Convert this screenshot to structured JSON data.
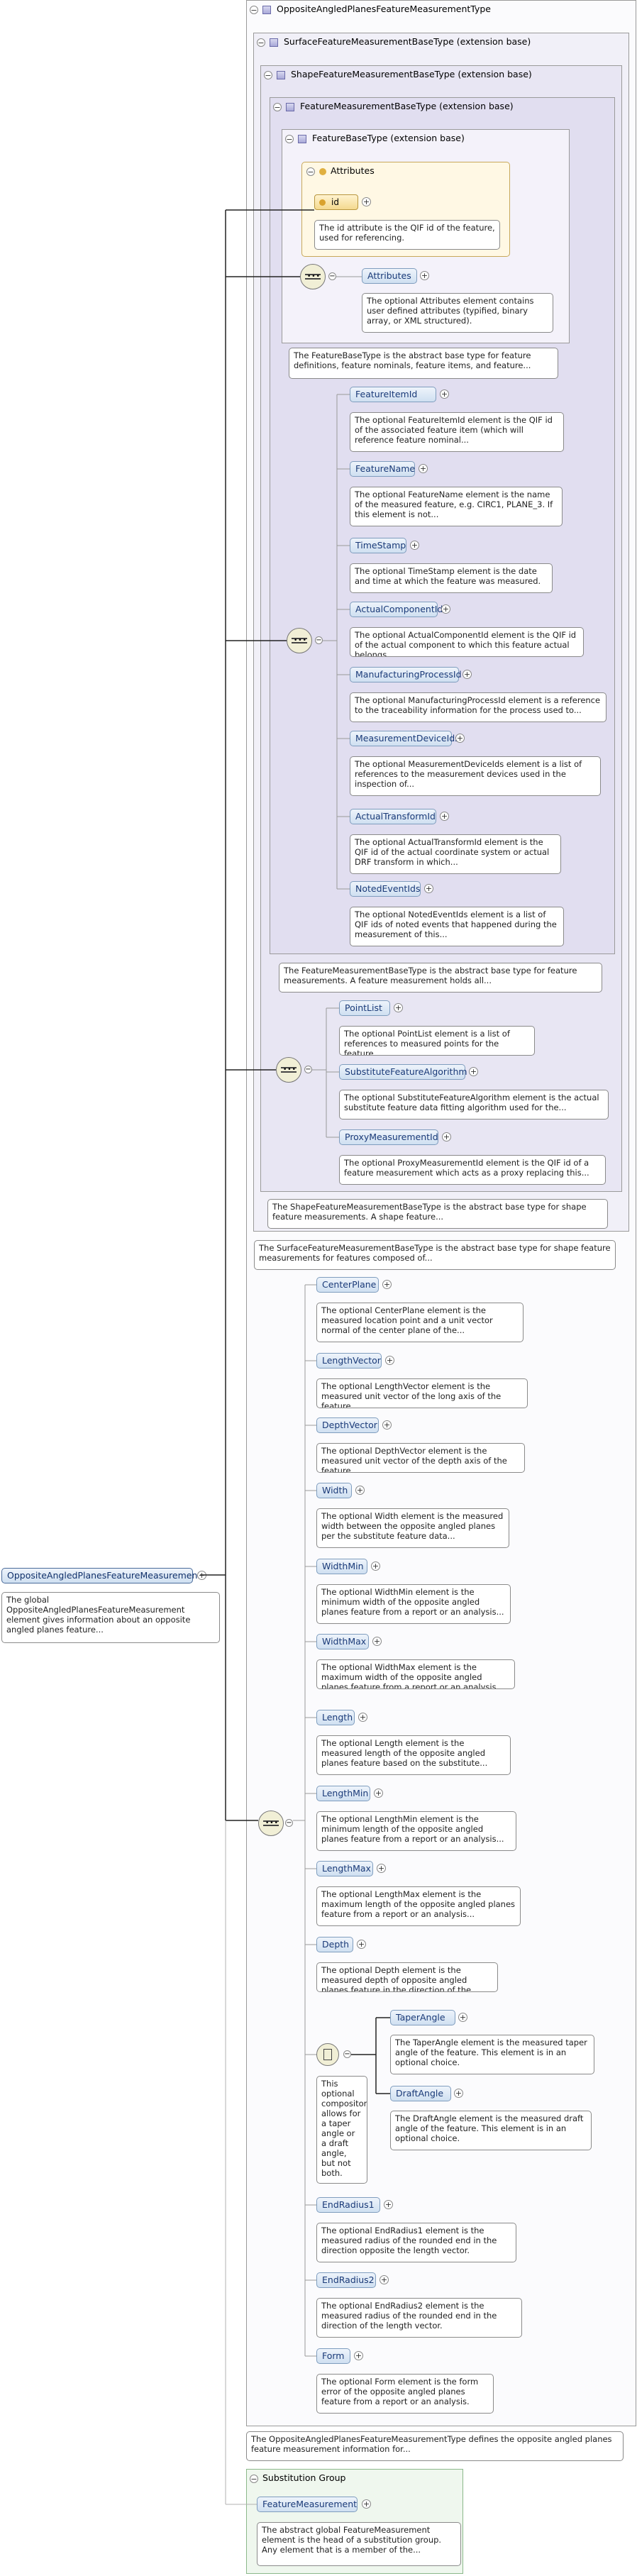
{
  "root": {
    "title": "OppositeAngledPlanesFeatureMeasurementType",
    "surface_title": "SurfaceFeatureMeasurementBaseType (extension base)",
    "shape_title": "ShapeFeatureMeasurementBaseType (extension base)",
    "feature_meas_title": "FeatureMeasurementBaseType (extension base)",
    "feature_base_title": "FeatureBaseType (extension base)",
    "attributes_title": "Attributes",
    "id_label": "id",
    "id_doc": "The id attribute is the QIF id of the feature, used for referencing.",
    "attributes_elem": "Attributes",
    "attributes_doc": "The optional Attributes element contains user defined attributes (typified, binary array, or XML structured).",
    "feature_base_doc": "The FeatureBaseType is the abstract base type for feature definitions, feature nominals, feature items, and feature...",
    "feature_meas_doc": "The FeatureMeasurementBaseType is the abstract base type for feature measurements. A feature measurement holds all...",
    "shape_doc": "The ShapeFeatureMeasurementBaseType is the abstract base type for shape feature measurements. A shape feature...",
    "surface_doc": "The SurfaceFeatureMeasurementBaseType is the abstract base type for shape feature measurements for features composed of...",
    "root_doc": "The OppositeAngledPlanesFeatureMeasurementType defines the opposite angled planes feature measurement information for..."
  },
  "feature_meas_elements": [
    {
      "name": "FeatureItemId",
      "doc": "The optional FeatureItemId element is the QIF id of the associated feature item (which will reference feature nominal..."
    },
    {
      "name": "FeatureName",
      "doc": "The optional FeatureName element is the name of the measured feature, e.g. CIRC1, PLANE_3. If this element is not..."
    },
    {
      "name": "TimeStamp",
      "doc": "The optional TimeStamp element is the date and time at which the feature was measured."
    },
    {
      "name": "ActualComponentId",
      "doc": "The optional ActualComponentId element is the QIF id of the actual component to which this feature actual belongs."
    },
    {
      "name": "ManufacturingProcessId",
      "doc": "The optional ManufacturingProcessId element is a reference to the traceability information for the process used to..."
    },
    {
      "name": "MeasurementDeviceIds",
      "doc": "The optional MeasurementDeviceIds element is a list of references to the measurement devices used in the inspection of..."
    },
    {
      "name": "ActualTransformId",
      "doc": "The optional ActualTransformId element is the QIF id of the actual coordinate system or actual DRF transform in which..."
    },
    {
      "name": "NotedEventIds",
      "doc": "The optional NotedEventIds element is a list of QIF ids of noted events that happened during the measurement of this..."
    }
  ],
  "shape_elements": [
    {
      "name": "PointList",
      "doc": "The optional PointList element is a list of references to measured points for the feature."
    },
    {
      "name": "SubstituteFeatureAlgorithm",
      "doc": "The optional SubstituteFeatureAlgorithm element is the actual substitute feature data fitting algorithm used for the..."
    },
    {
      "name": "ProxyMeasurementId",
      "doc": "The optional ProxyMeasurementId element is the QIF id of a feature measurement which acts as a proxy replacing this..."
    }
  ],
  "main_elements": [
    {
      "name": "CenterPlane",
      "doc": "The optional CenterPlane element is the measured location point and a unit vector normal of the center plane of the..."
    },
    {
      "name": "LengthVector",
      "doc": "The optional LengthVector element is the measured unit vector of the long axis of the feature."
    },
    {
      "name": "DepthVector",
      "doc": "The optional DepthVector element is the measured unit vector of the depth axis of the feature."
    },
    {
      "name": "Width",
      "doc": "The optional Width element is the measured width between the opposite angled planes per the substitute feature data..."
    },
    {
      "name": "WidthMin",
      "doc": "The optional WidthMin element is the minimum width of the opposite angled planes feature from a report or an analysis..."
    },
    {
      "name": "WidthMax",
      "doc": "The optional WidthMax element is the maximum width of the opposite angled planes feature from a report or an analysis..."
    },
    {
      "name": "Length",
      "doc": "The optional Length element is the measured length of the opposite angled planes feature based on the substitute..."
    },
    {
      "name": "LengthMin",
      "doc": "The optional LengthMin element is the minimum length of the opposite angled planes feature from a report or an analysis..."
    },
    {
      "name": "LengthMax",
      "doc": "The optional LengthMax element is the maximum length of the opposite angled planes feature from a report or an analysis..."
    },
    {
      "name": "Depth",
      "doc": "The optional Depth element is the measured depth of opposite angled planes feature in the direction of the depth vector."
    }
  ],
  "choice": {
    "doc": "This optional compositor allows for a taper angle or a draft angle, but not both.",
    "options": [
      {
        "name": "TaperAngle",
        "doc": "The TaperAngle element is the measured taper angle of the feature. This element is in an optional choice."
      },
      {
        "name": "DraftAngle",
        "doc": "The DraftAngle element is the measured draft angle of the feature. This element is in an optional choice."
      }
    ]
  },
  "tail_elements": [
    {
      "name": "EndRadius1",
      "doc": "The optional EndRadius1 element is the measured radius of the rounded end in the direction opposite the length vector."
    },
    {
      "name": "EndRadius2",
      "doc": "The optional EndRadius2 element is the measured radius of the rounded end in the direction of the length vector."
    },
    {
      "name": "Form",
      "doc": "The optional Form element is the form error of the opposite angled planes feature from a report or an analysis."
    }
  ],
  "global_element": {
    "name": "OppositeAngledPlanesFeatureMeasurement",
    "doc": "The global OppositeAngledPlanesFeatureMeasurement element gives information about an opposite angled planes feature..."
  },
  "substitution": {
    "title": "Substitution Group",
    "element": "FeatureMeasurement",
    "doc": "The abstract global FeatureMeasurement element is the head of a substitution group. Any element that is a member of the..."
  }
}
